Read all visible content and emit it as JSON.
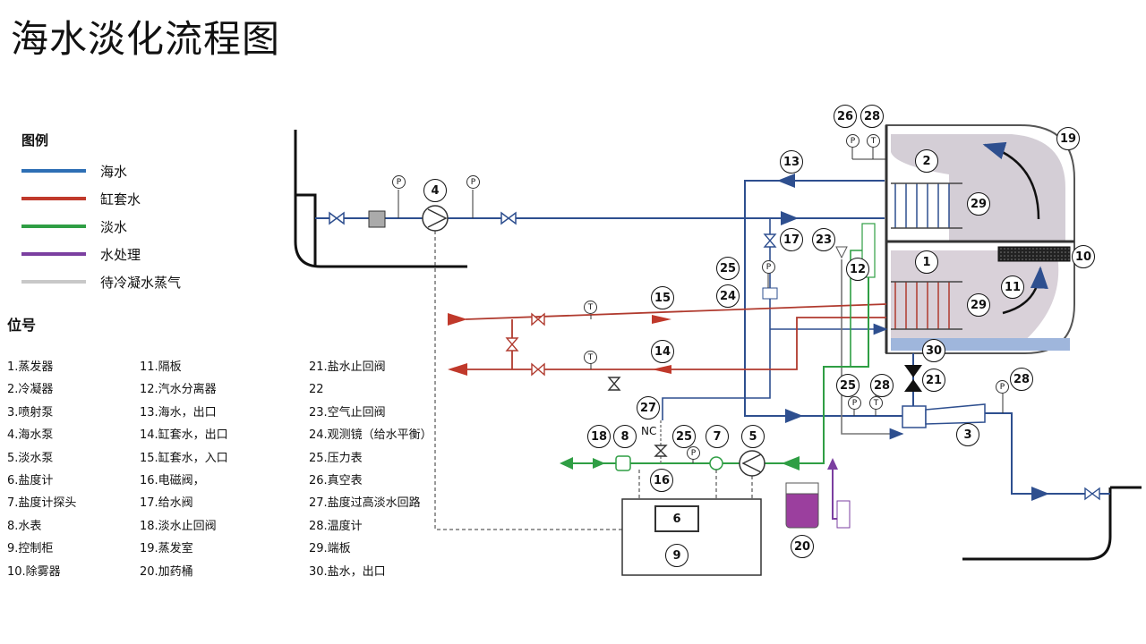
{
  "title": "海水淡化流程图",
  "legend": {
    "title": "图例",
    "items": [
      {
        "label": "海水",
        "color": "#2e6fb5"
      },
      {
        "label": "缸套水",
        "color": "#c0392b"
      },
      {
        "label": "淡水",
        "color": "#2f9e44"
      },
      {
        "label": "水处理",
        "color": "#7b3fa0"
      },
      {
        "label": "待冷凝水蒸气",
        "color": "#c8c8c8"
      }
    ]
  },
  "positions": {
    "title": "位号",
    "col1": [
      "1.蒸发器",
      "2.冷凝器",
      "3.喷射泵",
      "4.海水泵",
      "5.淡水泵",
      "6.盐度计",
      "7.盐度计探头",
      "8.水表",
      "9.控制柜",
      "10.除雾器"
    ],
    "col2": [
      "11.隔板",
      "12.汽水分离器",
      "13.海水，出口",
      "14.缸套水，出口",
      "15.缸套水，入口",
      "16.电磁阀，",
      "17.给水阀",
      "18.淡水止回阀",
      "19.蒸发室",
      "20.加药桶"
    ],
    "col3": [
      "21.盐水止回阀",
      "22",
      "23.空气止回阀",
      "24.观测镜（给水平衡）",
      "25.压力表",
      "26.真空表",
      "27.盐度过高淡水回路",
      "28.温度计",
      "29.端板",
      "30.盐水，出口"
    ]
  },
  "diagram": {
    "labels": {
      "n1": "1",
      "n2": "2",
      "n3": "3",
      "n4": "4",
      "n5": "5",
      "n6": "6",
      "n7": "7",
      "n8": "8",
      "n9": "9",
      "n10": "10",
      "n11": "11",
      "n12": "12",
      "n13": "13",
      "n14": "14",
      "n15": "15",
      "n16": "16",
      "n17": "17",
      "n18": "18",
      "n19": "19",
      "n20": "20",
      "n21": "21",
      "n23": "23",
      "n24": "24",
      "n25a": "25",
      "n25b": "25",
      "n25c": "25",
      "n26": "26",
      "n27": "27",
      "n28a": "28",
      "n28b": "28",
      "n28c": "28",
      "n29a": "29",
      "n29b": "29",
      "n30": "30",
      "nc": "NC",
      "p": "P",
      "t": "T"
    }
  }
}
